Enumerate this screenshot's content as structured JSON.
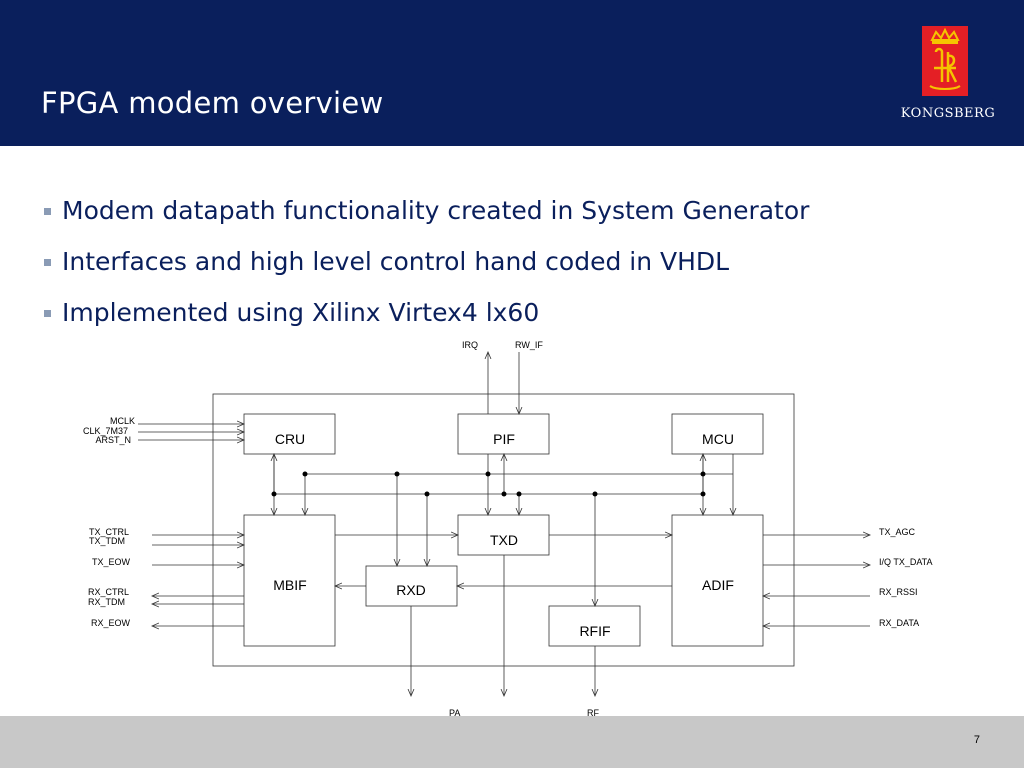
{
  "slide": {
    "title": "FPGA modem overview",
    "logo_text": "KONGSBERG",
    "page_number": "7"
  },
  "bullets": [
    "Modem datapath functionality created in System Generator",
    "Interfaces and high level control hand coded in VHDL",
    "Implemented using Xilinx Virtex4 lx60"
  ],
  "diagram": {
    "blocks": {
      "cru": "CRU",
      "pif": "PIF",
      "mcu": "MCU",
      "txd": "TXD",
      "mbif": "MBIF",
      "rxd": "RXD",
      "adif": "ADIF",
      "rfif": "RFIF"
    },
    "signals": {
      "irq": "IRQ",
      "rw_if": "RW_IF",
      "mclk": "MCLK",
      "clk_7m37": "CLK_7M37",
      "arst_n": "ARST_N",
      "tx_ctrl": "TX_CTRL",
      "tx_tdm": "TX_TDM",
      "tx_eow": "TX_EOW",
      "rx_ctrl": "RX_CTRL",
      "rx_tdm": "RX_TDM",
      "rx_eow": "RX_EOW",
      "tx_agc": "TX_AGC",
      "iq_tx_data": "I/Q TX_DATA",
      "rx_rssi": "RX_RSSI",
      "rx_data": "RX_DATA",
      "pa": "PA",
      "rf": "RF"
    }
  }
}
